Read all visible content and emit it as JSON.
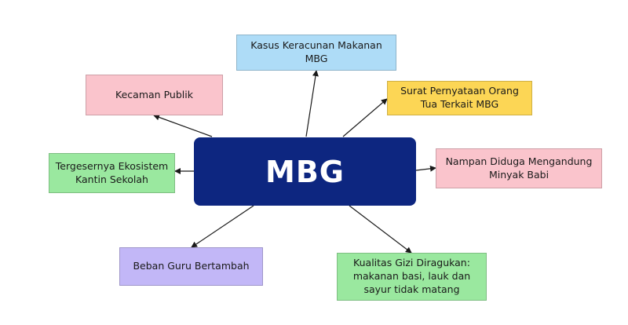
{
  "center": {
    "label": "MBG",
    "color": "#0d2680"
  },
  "nodes": [
    {
      "id": "kasus",
      "lines": [
        "Kasus Keracunan Makanan",
        "MBG"
      ],
      "color": "#aedcf7"
    },
    {
      "id": "kecaman",
      "lines": [
        "Kecaman Publik"
      ],
      "color": "#fac4cc"
    },
    {
      "id": "surat",
      "lines": [
        "Surat Pernyataan Orang",
        "Tua Terkait MBG"
      ],
      "color": "#fcd655"
    },
    {
      "id": "tergeser",
      "lines": [
        "Tergesernya Ekosistem",
        "Kantin Sekolah"
      ],
      "color": "#9ae89f"
    },
    {
      "id": "nampan",
      "lines": [
        "Nampan Diduga Mengandung",
        "Minyak Babi"
      ],
      "color": "#fac4cc"
    },
    {
      "id": "beban",
      "lines": [
        "Beban Guru Bertambah"
      ],
      "color": "#c2b7f7"
    },
    {
      "id": "kualitas",
      "lines": [
        "Kualitas Gizi Diragukan:",
        "makanan basi, lauk dan",
        "sayur tidak matang"
      ],
      "color": "#9ae89f"
    }
  ],
  "edges": [
    {
      "from": "center",
      "to": "kasus"
    },
    {
      "from": "center",
      "to": "kecaman"
    },
    {
      "from": "center",
      "to": "surat"
    },
    {
      "from": "center",
      "to": "tergeser"
    },
    {
      "from": "center",
      "to": "nampan"
    },
    {
      "from": "center",
      "to": "beban"
    },
    {
      "from": "center",
      "to": "kualitas"
    }
  ],
  "edge_color": "#1a1a1a"
}
